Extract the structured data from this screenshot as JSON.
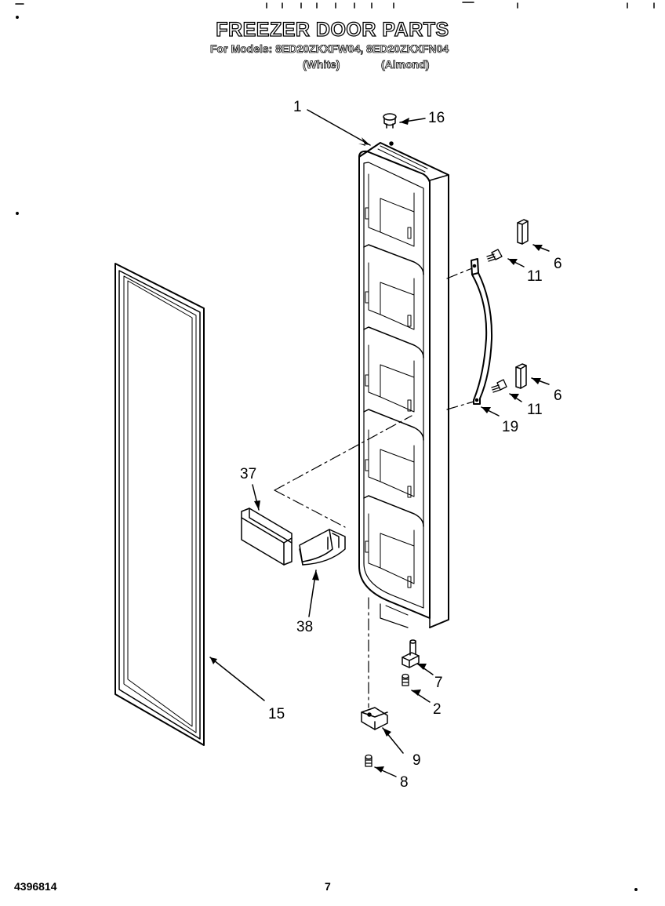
{
  "header": {
    "title": "FREEZER DOOR PARTS",
    "models": "For Models: 8ED20ZKXFW04, 8ED20ZKXFN04",
    "variant_white": "(White)",
    "variant_almond": "(Almond)"
  },
  "callouts": {
    "door_panel": "1",
    "plug_top": "16",
    "handle_trim_upper": "6",
    "handle_screw_upper": "11",
    "handle_trim_lower": "6",
    "handle_screw_lower": "11",
    "handle": "19",
    "shelf_rail": "37",
    "rail_end_cap": "38",
    "door_gasket": "15",
    "hinge_pin": "7",
    "hinge_screw_small": "2",
    "bottom_hinge": "9",
    "hinge_screw": "8"
  },
  "footer": {
    "part_number": "4396814",
    "page_number": "7"
  }
}
